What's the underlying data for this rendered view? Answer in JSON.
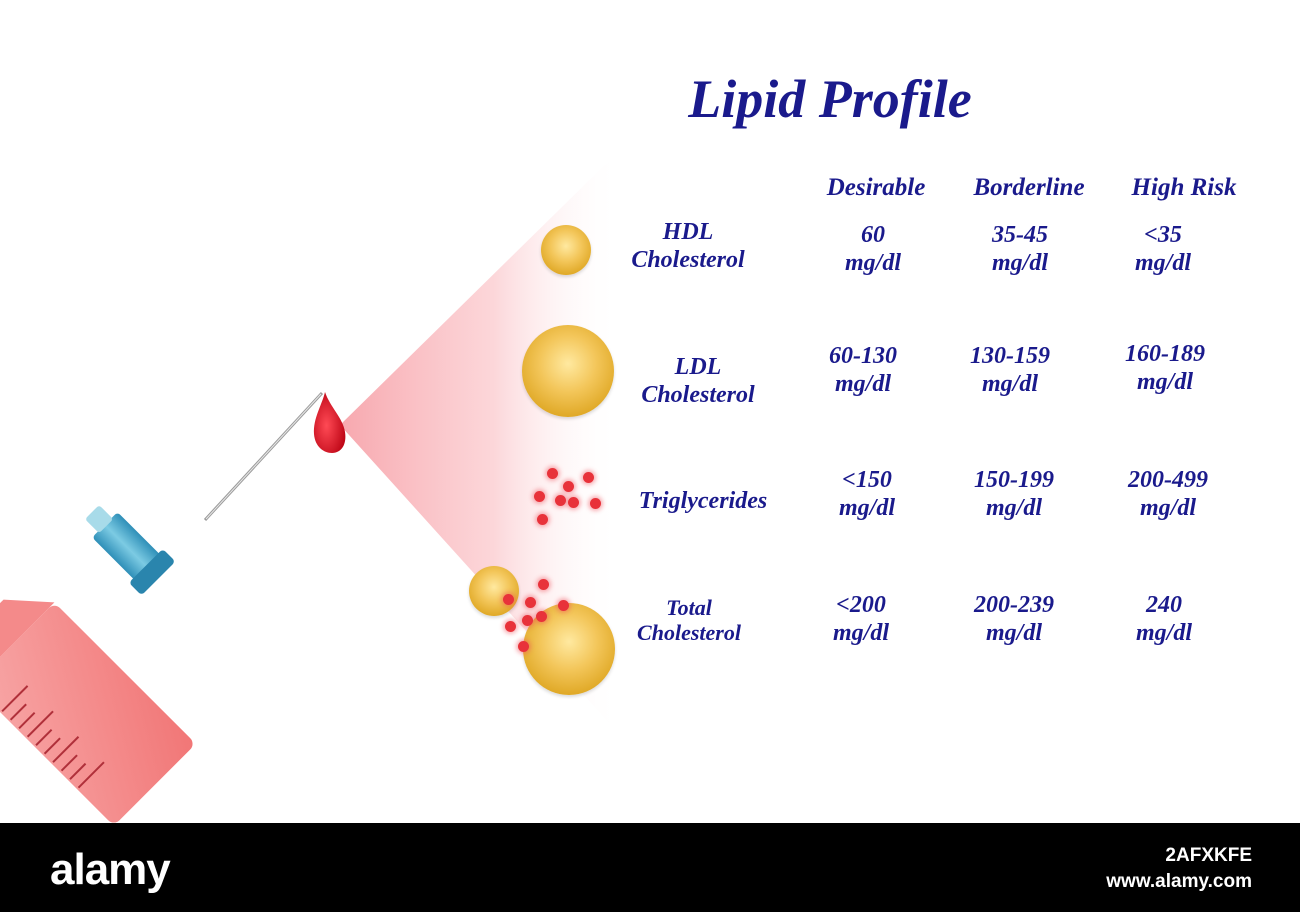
{
  "title": "Lipid Profile",
  "columns": [
    "Desirable",
    "Borderline",
    "High Risk"
  ],
  "rows": [
    {
      "label_line1": "HDL",
      "label_line2": "Cholesterol",
      "values": [
        [
          "60",
          "mg/dl"
        ],
        [
          "35-45",
          "mg/dl"
        ],
        [
          "<35",
          "mg/dl"
        ]
      ]
    },
    {
      "label_line1": "LDL",
      "label_line2": "Cholesterol",
      "values": [
        [
          "60-130",
          "mg/dl"
        ],
        [
          "130-159",
          "mg/dl"
        ],
        [
          "160-189",
          "mg/dl"
        ]
      ]
    },
    {
      "label_line1": "Triglycerides",
      "label_line2": "",
      "values": [
        [
          "<150",
          "mg/dl"
        ],
        [
          "150-199",
          "mg/dl"
        ],
        [
          "200-499",
          "mg/dl"
        ]
      ]
    },
    {
      "label_line1": "Total",
      "label_line2": "Cholesterol",
      "values": [
        [
          "<200",
          "mg/dl"
        ],
        [
          "200-239",
          "mg/dl"
        ],
        [
          "240",
          "mg/dl"
        ]
      ]
    }
  ],
  "footer": {
    "logo": "alamy",
    "image_id": "2AFXKFE",
    "url": "www.alamy.com"
  },
  "colors": {
    "text": "#1a1a8c",
    "blood": "#e01020",
    "syringe": "#f47c7c",
    "needle_hub": "#3fa3c8",
    "ball": "#f3c65a",
    "dot": "#e8323a"
  },
  "icons": [
    "syringe-icon",
    "blood-drop-icon",
    "hdl-particle-icon",
    "ldl-particle-icon",
    "triglyceride-dots-icon",
    "total-cholesterol-icon"
  ]
}
